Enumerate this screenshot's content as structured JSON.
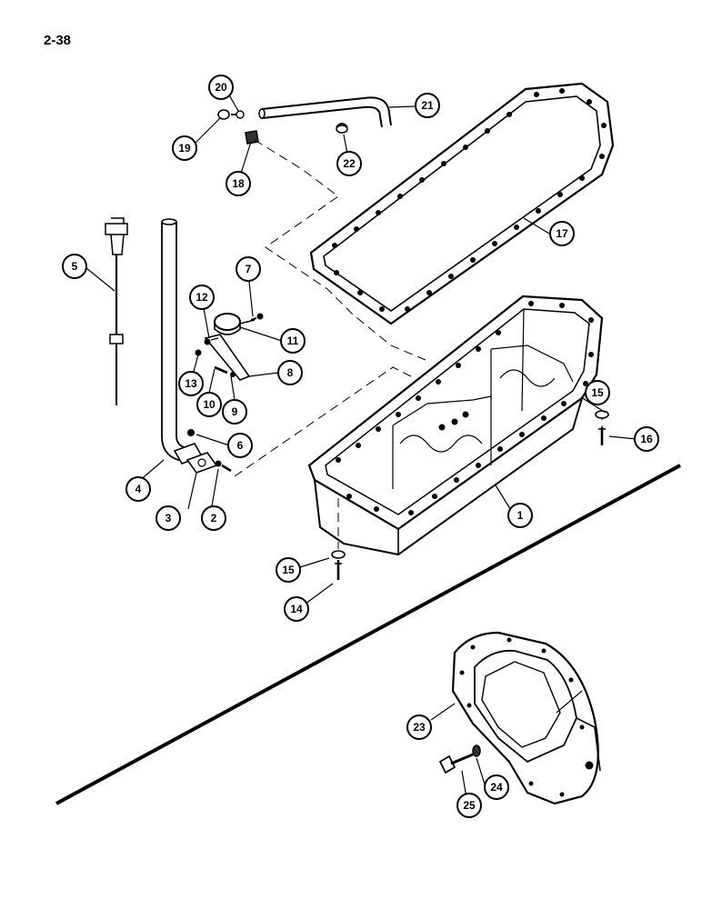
{
  "page": {
    "number": "2-38"
  },
  "callouts": [
    {
      "label": "1"
    },
    {
      "label": "2"
    },
    {
      "label": "3"
    },
    {
      "label": "4"
    },
    {
      "label": "5"
    },
    {
      "label": "6"
    },
    {
      "label": "7"
    },
    {
      "label": "8"
    },
    {
      "label": "9"
    },
    {
      "label": "10"
    },
    {
      "label": "11"
    },
    {
      "label": "12"
    },
    {
      "label": "13"
    },
    {
      "label": "14"
    },
    {
      "label": "15"
    },
    {
      "label": "15"
    },
    {
      "label": "16"
    },
    {
      "label": "17"
    },
    {
      "label": "18"
    },
    {
      "label": "19"
    },
    {
      "label": "20"
    },
    {
      "label": "21"
    },
    {
      "label": "22"
    },
    {
      "label": "23"
    },
    {
      "label": "24"
    },
    {
      "label": "25"
    }
  ],
  "colors": {
    "ink": "#000000",
    "paper": "#ffffff"
  }
}
